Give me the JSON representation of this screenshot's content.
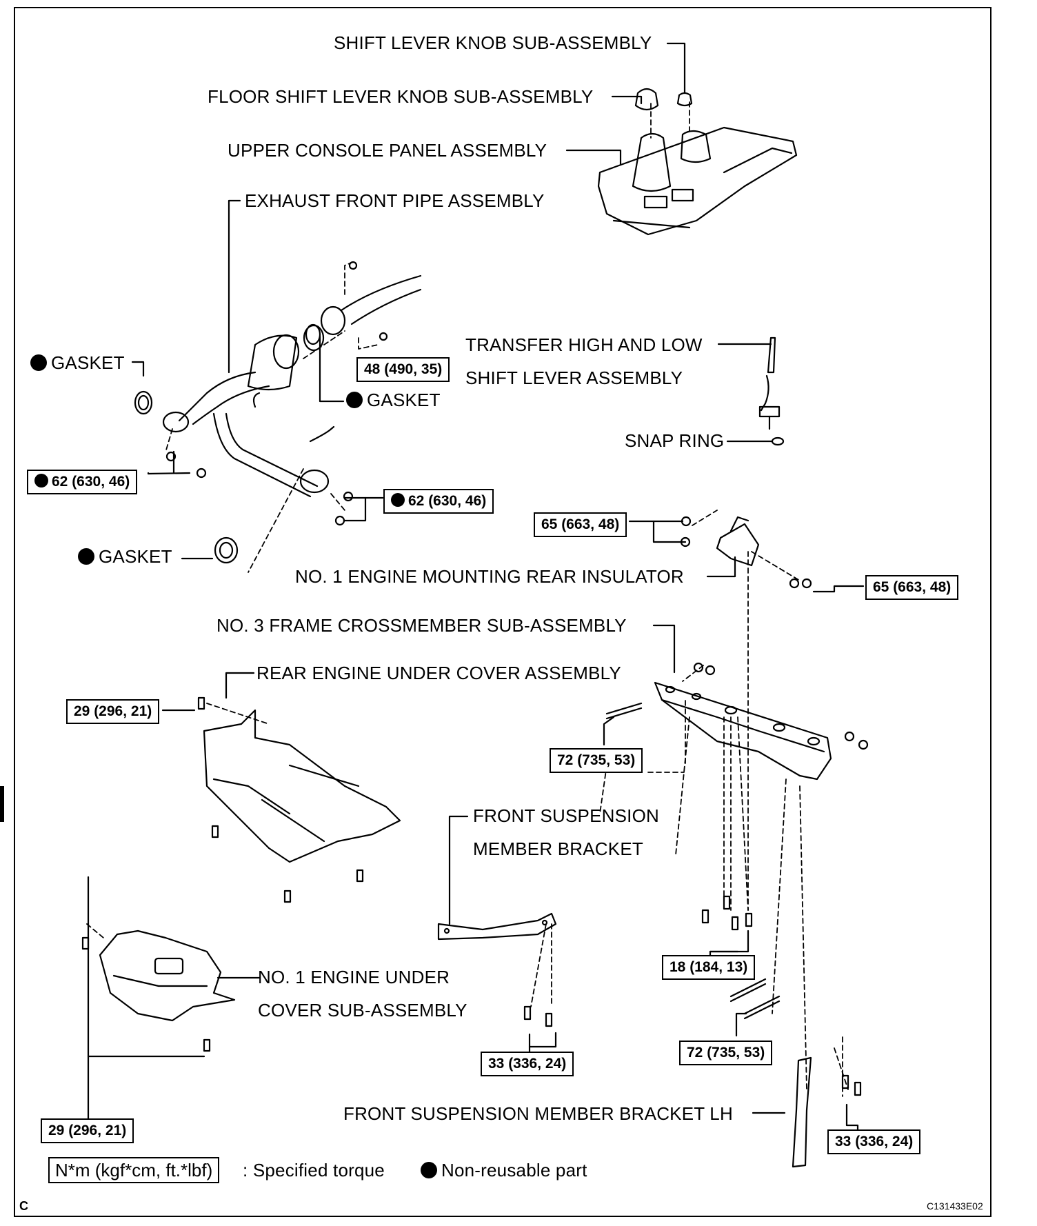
{
  "labels": {
    "shift_lever_knob": "SHIFT LEVER KNOB SUB-ASSEMBLY",
    "floor_shift_knob": "FLOOR SHIFT LEVER KNOB SUB-ASSEMBLY",
    "upper_console": "UPPER CONSOLE PANEL ASSEMBLY",
    "exhaust_pipe": "EXHAUST FRONT PIPE ASSEMBLY",
    "gasket_left": "GASKET",
    "gasket_mid": "GASKET",
    "gasket_low": "GASKET",
    "transfer_lever_1": "TRANSFER HIGH AND LOW",
    "transfer_lever_2": "SHIFT LEVER ASSEMBLY",
    "snap_ring": "SNAP RING",
    "mounting_insulator": "NO. 1 ENGINE MOUNTING REAR INSULATOR",
    "crossmember": "NO. 3 FRAME CROSSMEMBER SUB-ASSEMBLY",
    "rear_under_cover": "REAR ENGINE UNDER COVER ASSEMBLY",
    "front_susp_bracket_1": "FRONT SUSPENSION",
    "front_susp_bracket_2": "MEMBER BRACKET",
    "no1_under_cover_1": "NO. 1 ENGINE UNDER",
    "no1_under_cover_2": "COVER SUB-ASSEMBLY",
    "front_susp_bracket_lh": "FRONT SUSPENSION MEMBER BRACKET LH"
  },
  "torques": {
    "t_exhaust_flange": "48 (490, 35)",
    "t_exhaust_left": "62 (630, 46)",
    "t_exhaust_right": "62 (630, 46)",
    "t_mount_left": "65 (663, 48)",
    "t_mount_right": "65 (663, 48)",
    "t_rear_cover": "29 (296, 21)",
    "t_cross_bolt_top": "72 (735, 53)",
    "t_cross_lower": "18 (184, 13)",
    "t_susp_bracket": "33 (336, 24)",
    "t_cross_bolt_low": "72 (735, 53)",
    "t_no1_cover": "29 (296, 21)",
    "t_bracket_lh": "33 (336, 24)"
  },
  "legend": {
    "torque_unit": "N*m (kgf*cm, ft.*lbf)",
    "torque_desc": ": Specified torque",
    "nonreusable_desc": "Non-reusable part"
  },
  "footer": {
    "section_letter": "C",
    "figure_code": "C131433E02"
  }
}
